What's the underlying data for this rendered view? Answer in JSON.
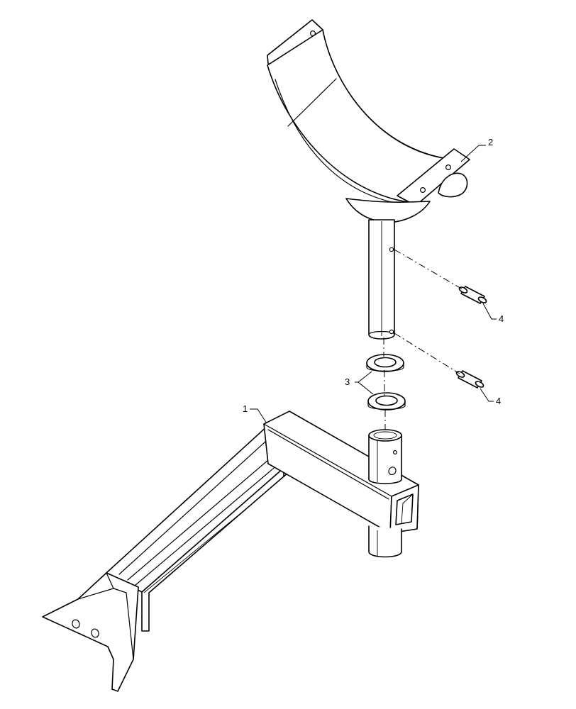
{
  "callouts": {
    "item1": "1",
    "item2": "2",
    "item3": "3",
    "item4_upper": "4",
    "item4_lower": "4"
  },
  "parts": [
    {
      "item": "1",
      "name": "support-arm"
    },
    {
      "item": "2",
      "name": "cradle-saddle"
    },
    {
      "item": "3",
      "name": "washer",
      "quantity_shown": 2
    },
    {
      "item": "4",
      "name": "roll-pin",
      "quantity_shown": 2
    }
  ],
  "colors": {
    "line": "#000000",
    "background": "#ffffff"
  }
}
